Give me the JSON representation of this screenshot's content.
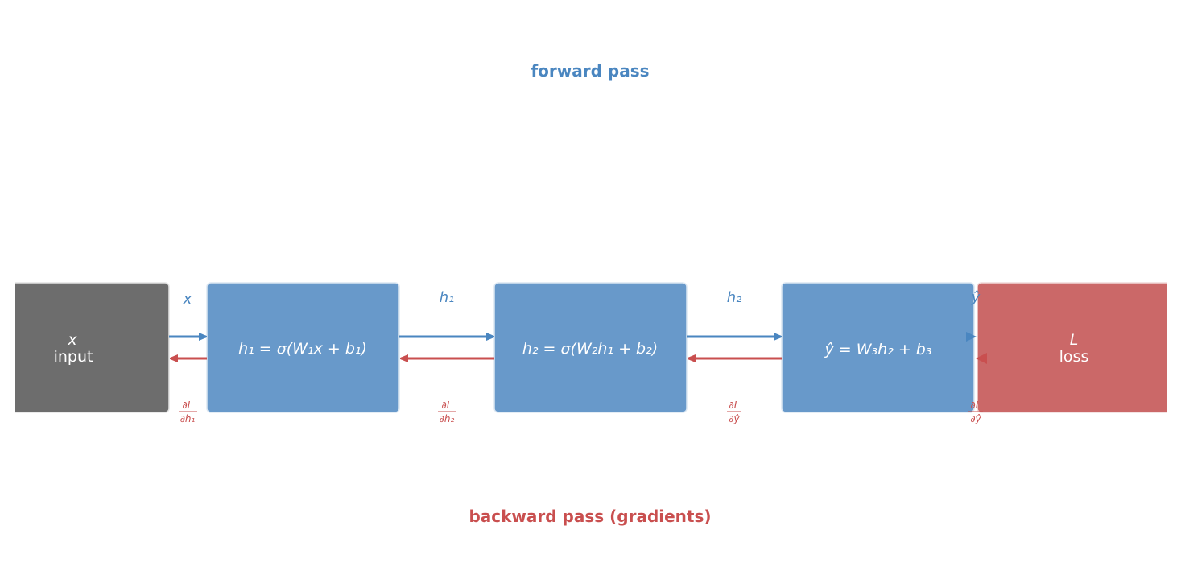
{
  "colors": {
    "forward": "#4a86c0",
    "backward": "#c94f4f",
    "input_node": "#6d6d6d",
    "layer_node": "#6899ca",
    "loss_node": "#cb6868",
    "node_text": "#ffffff"
  },
  "titles": {
    "forward": "forward pass",
    "backward": "backward pass (gradients)"
  },
  "nodes": [
    {
      "id": "input",
      "symbol": "x",
      "label": "input",
      "kind": "input"
    },
    {
      "id": "layer1",
      "formula": "h₁ = σ(W₁x + b₁)",
      "kind": "layer"
    },
    {
      "id": "layer2",
      "formula": "h₂ = σ(W₂h₁ + b₂)",
      "kind": "layer"
    },
    {
      "id": "output",
      "formula": "ŷ = W₃h₂ + b₃",
      "kind": "layer"
    },
    {
      "id": "loss",
      "symbol": "L",
      "label": "loss",
      "kind": "loss"
    }
  ],
  "forward_labels": [
    "x",
    "h₁",
    "h₂",
    "ŷ"
  ],
  "backward_labels": [
    {
      "num": "∂L",
      "den": "∂h₁"
    },
    {
      "num": "∂L",
      "den": "∂h₂"
    },
    {
      "num": "∂L",
      "den": "∂ŷ"
    },
    {
      "num": "∂L",
      "den": "∂ŷ"
    }
  ]
}
